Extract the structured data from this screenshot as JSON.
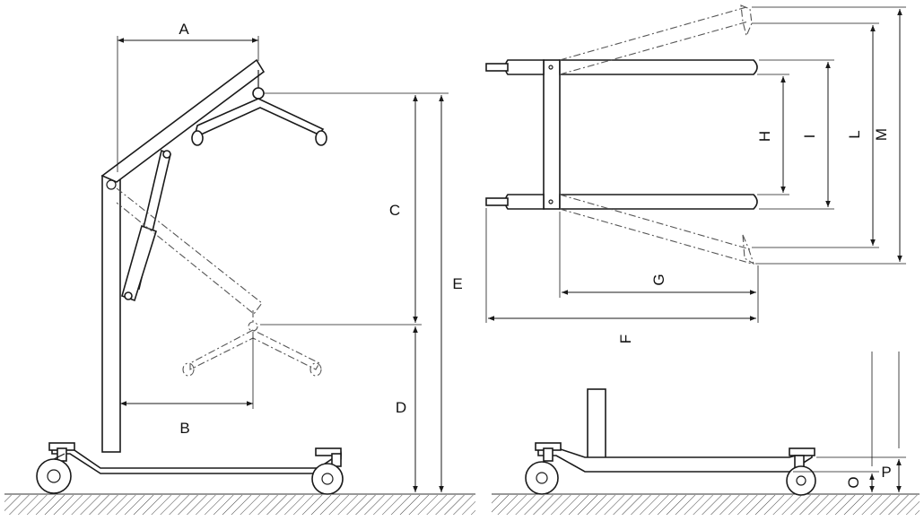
{
  "figure": {
    "labels": {
      "A": "A",
      "B": "B",
      "C": "C",
      "D": "D",
      "E": "E",
      "F": "F",
      "G": "G",
      "H": "H",
      "I": "I",
      "L": "L",
      "M": "M",
      "O": "O",
      "P": "P"
    }
  }
}
